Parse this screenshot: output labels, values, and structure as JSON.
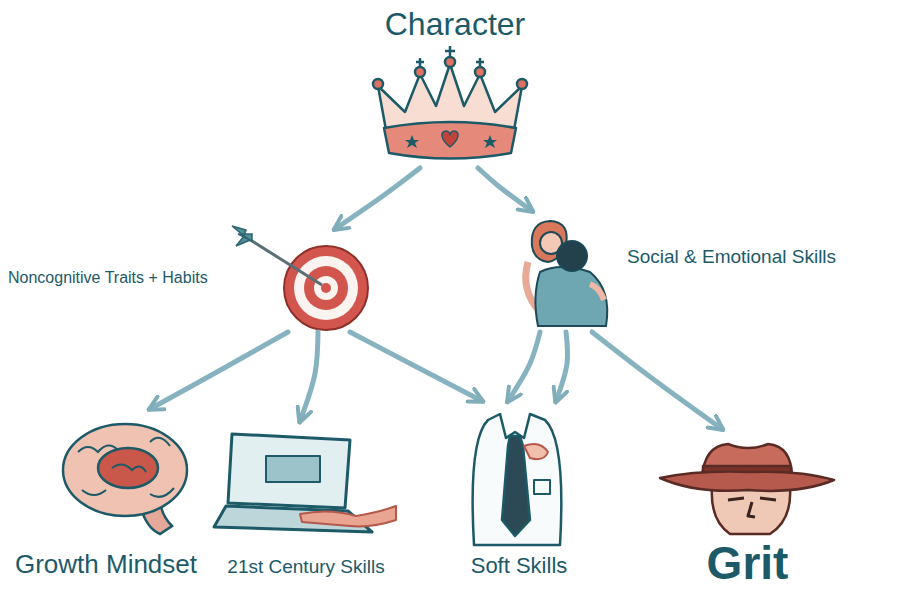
{
  "diagram": {
    "nodes": [
      {
        "text": [
          "Character"
        ]
      },
      {
        "text": [
          "Noncognitive Traits + Habits"
        ]
      },
      {
        "text": [
          "Social & Emotional Skills"
        ]
      },
      {
        "text": [
          "Growth Mindset"
        ]
      },
      {
        "text": [
          "21st Century Skills"
        ]
      },
      {
        "text": [
          "Soft Skills"
        ]
      },
      {
        "text": [
          "Grit"
        ]
      }
    ],
    "edges": [
      {
        "from": 0,
        "to": 1,
        "arrow": "to"
      },
      {
        "from": 0,
        "to": 2,
        "arrow": "to"
      },
      {
        "from": 1,
        "to": 3,
        "arrow": "to"
      },
      {
        "from": 1,
        "to": 4,
        "arrow": "to"
      },
      {
        "from": 1,
        "to": 5,
        "arrow": "to"
      },
      {
        "from": 2,
        "to": 5,
        "arrow": "to"
      },
      {
        "from": 2,
        "to": 5,
        "arrow": "to"
      },
      {
        "from": 2,
        "to": 6,
        "arrow": "to"
      }
    ]
  }
}
